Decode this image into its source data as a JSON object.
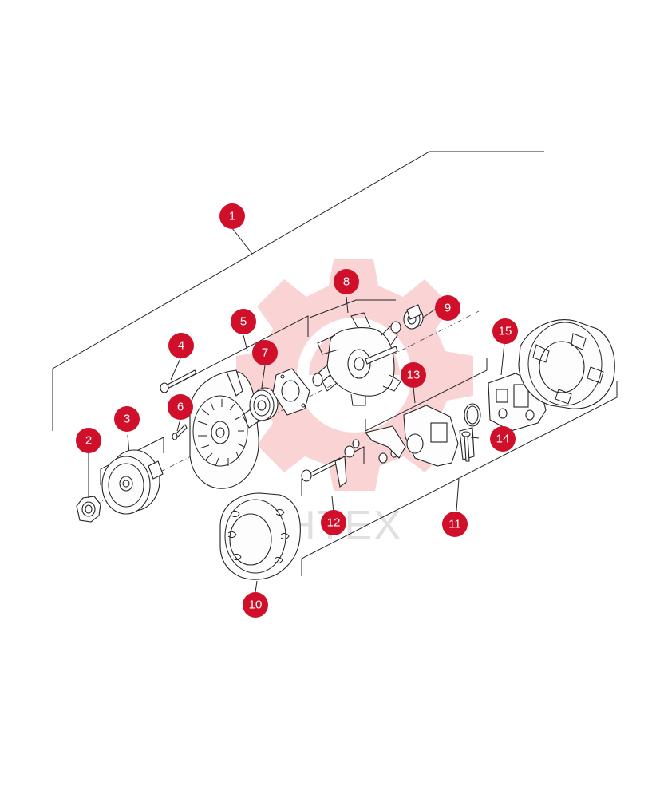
{
  "diagram": {
    "watermark_text": "HTEX",
    "callout_color": "#d0102a",
    "callouts": [
      {
        "id": "1",
        "label": "1"
      },
      {
        "id": "2",
        "label": "2"
      },
      {
        "id": "3",
        "label": "3"
      },
      {
        "id": "4",
        "label": "4"
      },
      {
        "id": "5",
        "label": "5"
      },
      {
        "id": "6",
        "label": "6"
      },
      {
        "id": "7",
        "label": "7"
      },
      {
        "id": "8",
        "label": "8"
      },
      {
        "id": "9",
        "label": "9"
      },
      {
        "id": "10",
        "label": "10"
      },
      {
        "id": "11",
        "label": "11"
      },
      {
        "id": "12",
        "label": "12"
      },
      {
        "id": "13",
        "label": "13"
      },
      {
        "id": "14",
        "label": "14"
      },
      {
        "id": "15",
        "label": "15"
      }
    ]
  }
}
